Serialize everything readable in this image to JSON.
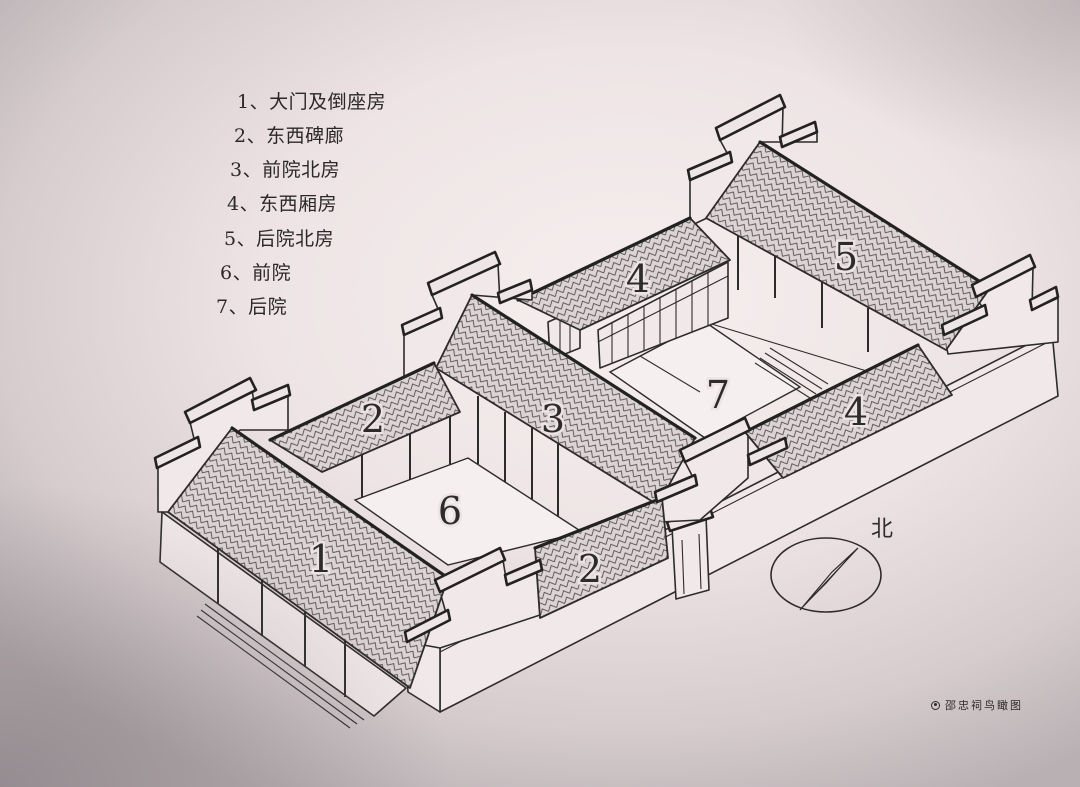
{
  "legend": {
    "items": [
      "1、大门及倒座房",
      "2、东西碑廊",
      "3、前院北房",
      "4、东西厢房",
      "5、后院北房",
      "6、前院",
      "7、后院"
    ]
  },
  "diagram": {
    "labels": {
      "gate_house": "1",
      "west_corridor": "2",
      "front_north_hall": "3",
      "east_corridor": "2",
      "west_wing": "4",
      "rear_north_hall": "5",
      "east_wing": "4",
      "front_courtyard": "6",
      "rear_courtyard": "7"
    }
  },
  "compass": {
    "north_label": "北",
    "icon": "compass-needle-icon"
  },
  "caption": {
    "text": "邵忠祠鸟瞰图",
    "icon": "bullseye-icon"
  },
  "colors": {
    "paper": "#efe6e7",
    "ink": "#2e2b2c",
    "roof_tile": "#dcd3d4"
  }
}
